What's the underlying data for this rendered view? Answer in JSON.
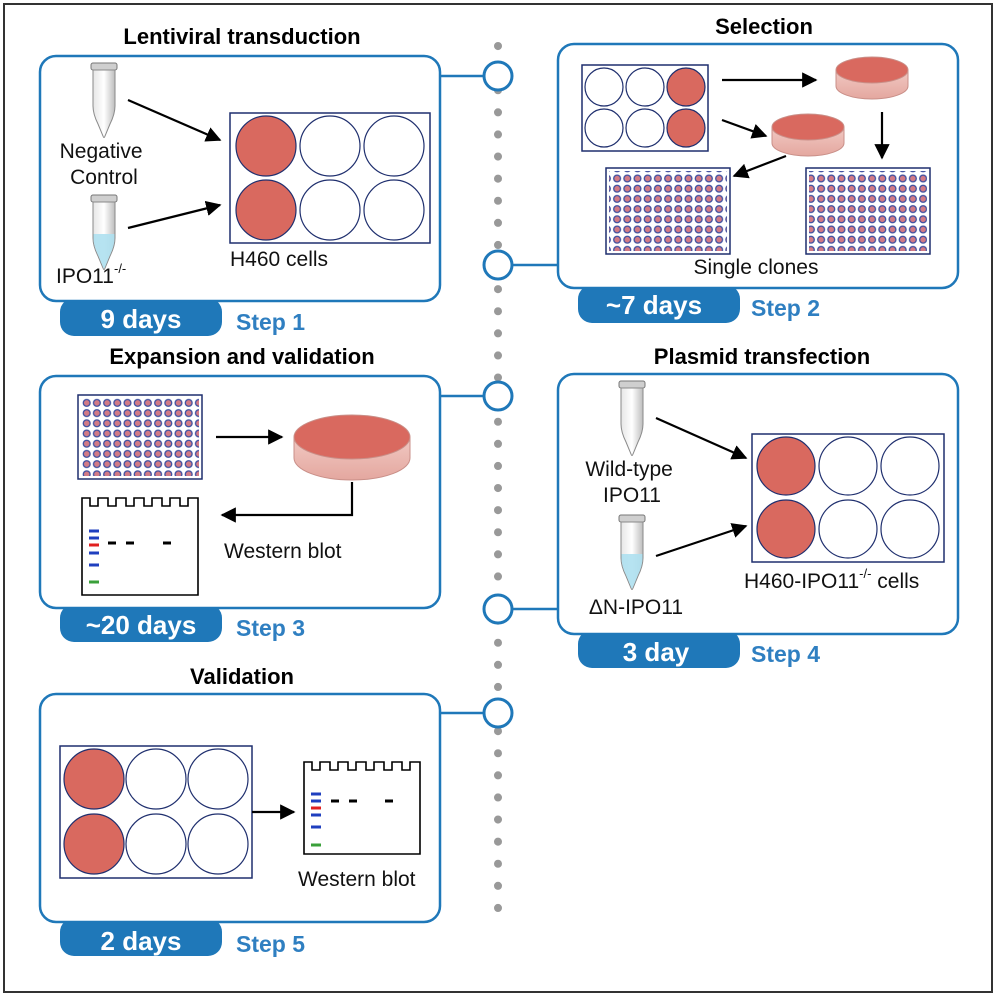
{
  "colors": {
    "accent_blue": "#1f78b9",
    "step_text_blue": "#2f7fc1",
    "well_fill_red": "#d9695f",
    "plate_outline": "#1f2f6e",
    "timeline_dots": "#999999"
  },
  "steps": [
    {
      "title": "Lentiviral transduction",
      "duration": "9 days",
      "step_label": "Step 1",
      "labels": {
        "tube1_line1": "Negative",
        "tube1_line2": "Control",
        "tube2_base": "IPO11",
        "tube2_sup": "-/-",
        "plate": "H460 cells"
      }
    },
    {
      "title": "Selection",
      "duration": "~7 days",
      "step_label": "Step 2",
      "labels": {
        "result": "Single clones"
      }
    },
    {
      "title": "Expansion and validation",
      "duration": "~20 days",
      "step_label": "Step 3",
      "labels": {
        "blot": "Western blot"
      }
    },
    {
      "title": "Plasmid transfection",
      "duration": "3 day",
      "step_label": "Step 4",
      "labels": {
        "tube1_line1": "Wild-type",
        "tube1_line2": "IPO11",
        "tube2": "ΔN-IPO11",
        "plate_base": "H460-IPO11",
        "plate_sup": "-/-",
        "plate_tail": " cells"
      }
    },
    {
      "title": "Validation",
      "duration": "2 days",
      "step_label": "Step 5",
      "labels": {
        "blot": "Western blot"
      }
    }
  ]
}
